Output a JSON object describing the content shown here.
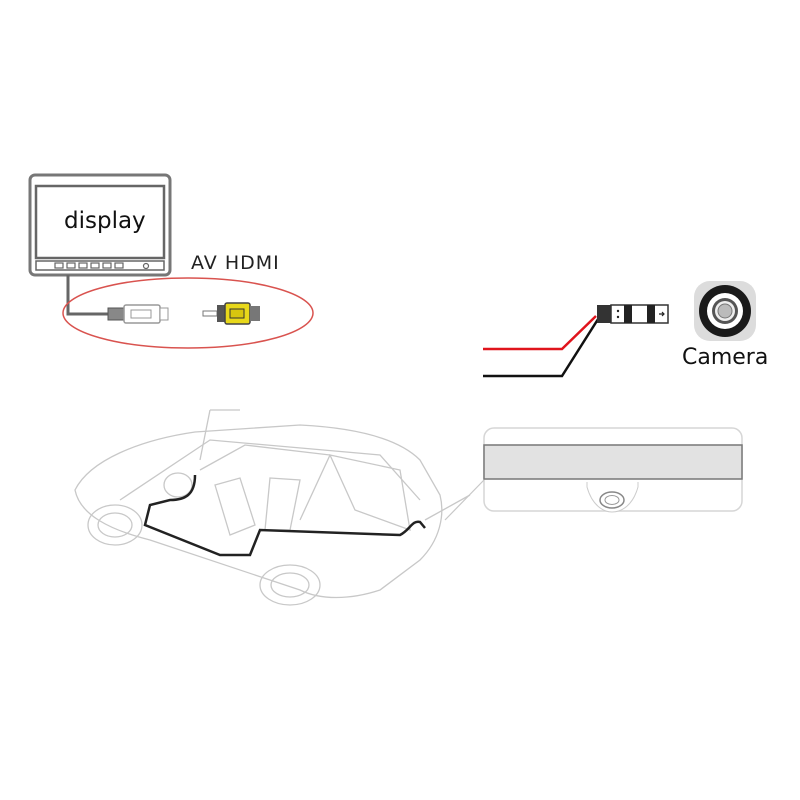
{
  "labels": {
    "display": "display",
    "cable": "AV HDMI",
    "camera": "Camera"
  },
  "colors": {
    "red_wire": "#e0141c",
    "black_wire": "#111111",
    "rca_yellow": "#e8d81a",
    "highlight_ellipse": "#d9534f",
    "outline": "#cfcfcf"
  }
}
